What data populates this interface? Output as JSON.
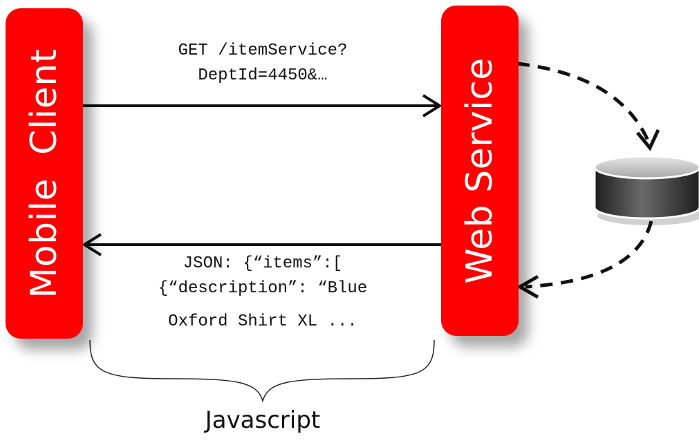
{
  "client": {
    "label": "Mobile  Client"
  },
  "service": {
    "label": "Web Service"
  },
  "request": {
    "line1": "GET /itemService?",
    "line2": "DeptId=4450&…"
  },
  "response": {
    "line1": "JSON: {“items”:[",
    "line2": "{“description”: “Blue",
    "line3": "Oxford Shirt XL ..."
  },
  "brace_label": "Javascript",
  "colors": {
    "pillar": "#ff0000",
    "pillar_text": "#ffffff",
    "arrow": "#111111",
    "database_top": "#c8c8c8",
    "database_body": "#3a3a3a"
  }
}
